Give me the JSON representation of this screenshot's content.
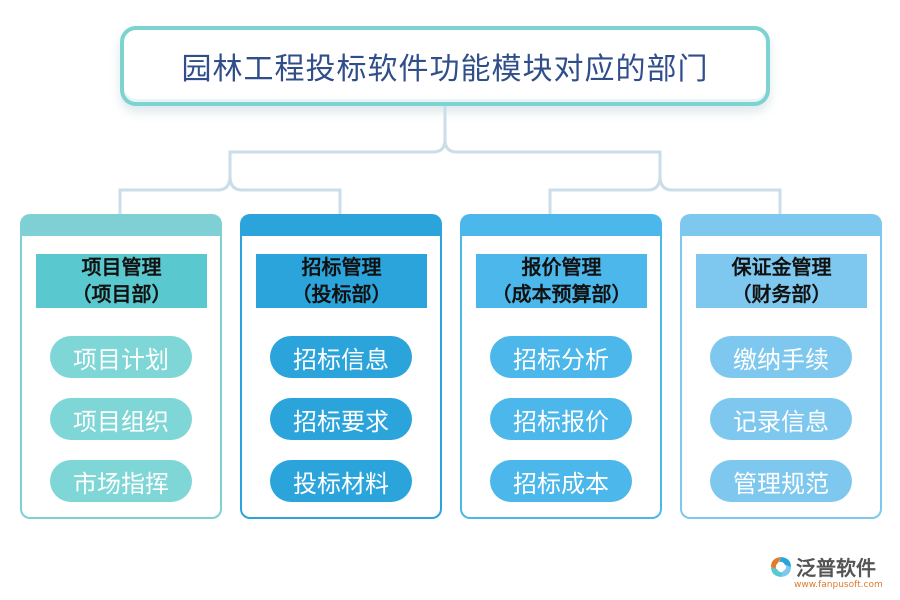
{
  "title": "园林工程投标软件功能模块对应的部门",
  "modules": [
    {
      "name": "项目管理",
      "dept": "（项目部）",
      "items": [
        "项目计划",
        "项目组织",
        "市场指挥"
      ]
    },
    {
      "name": "招标管理",
      "dept": "（投标部）",
      "items": [
        "招标信息",
        "招标要求",
        "投标材料"
      ]
    },
    {
      "name": "报价管理",
      "dept": "（成本预算部）",
      "items": [
        "招标分析",
        "招标报价",
        "招标成本"
      ]
    },
    {
      "name": "保证金管理",
      "dept": "（财务部）",
      "items": [
        "缴纳手续",
        "记录信息",
        "管理规范"
      ]
    }
  ],
  "logo": {
    "name": "泛普软件",
    "url": "www.fanpusoft.com"
  },
  "colors": {
    "title_border": "#7dd3cf",
    "title_text": "#2f4e8a",
    "connector": "#c9dee8",
    "module1": "#5ac8cf",
    "module2": "#2ba4dc",
    "module3": "#4cb7ea",
    "module4": "#7ec8ef"
  }
}
